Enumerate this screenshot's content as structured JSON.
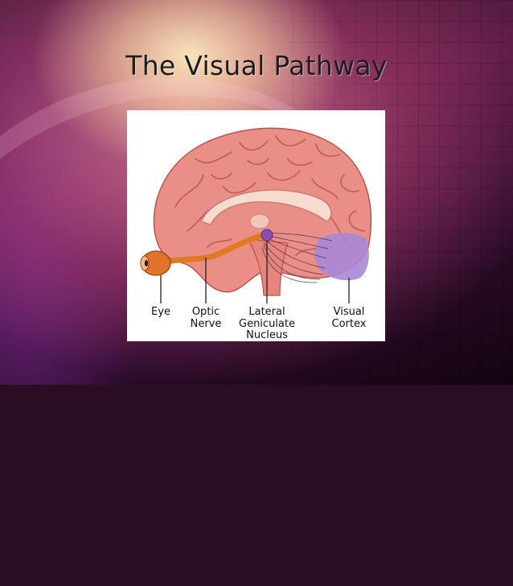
{
  "slide": {
    "title": "The Visual Pathway"
  },
  "diagram": {
    "labels": {
      "eye": "Eye",
      "optic_nerve_1": "Optic",
      "optic_nerve_2": "Nerve",
      "lgn_1": "Lateral",
      "lgn_2": "Geniculate",
      "lgn_3": "Nucleus",
      "visual_cortex_1": "Visual",
      "visual_cortex_2": "Cortex"
    },
    "colors": {
      "brain": "#e98f88",
      "brain_fold": "#c9605c",
      "optic_pathway": "#e07a22",
      "eye": "#e0742a",
      "visual_cortex": "#a887d6",
      "lgn": "#8a4fae"
    }
  }
}
